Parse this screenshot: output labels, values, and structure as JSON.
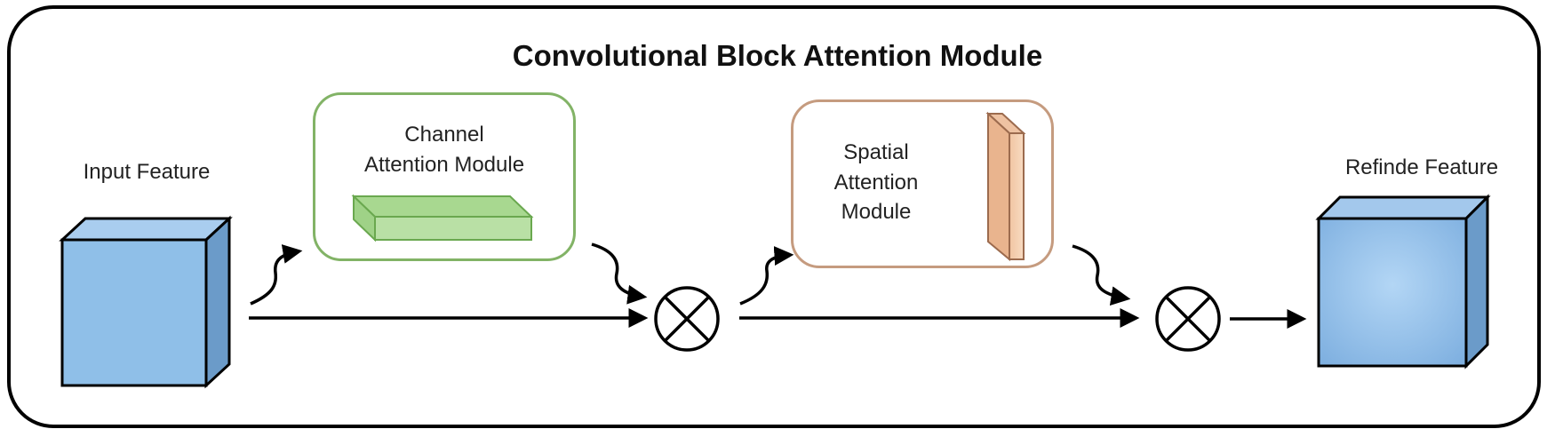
{
  "title": "Convolutional Block Attention Module",
  "input_label": "Input Feature",
  "refined_label": "Refinde Feature",
  "channel_module": {
    "line1": "Channel",
    "line2": "Attention Module",
    "border": "#82b366",
    "fill": "#b9e0a5"
  },
  "spatial_module": {
    "line1": "Spatial",
    "line2": "Attention",
    "line3": "Module",
    "border": "#c59b7f",
    "fill": "#f5cba8"
  },
  "cube_color": "#8fbfe8",
  "multiply_symbol": "otimes"
}
